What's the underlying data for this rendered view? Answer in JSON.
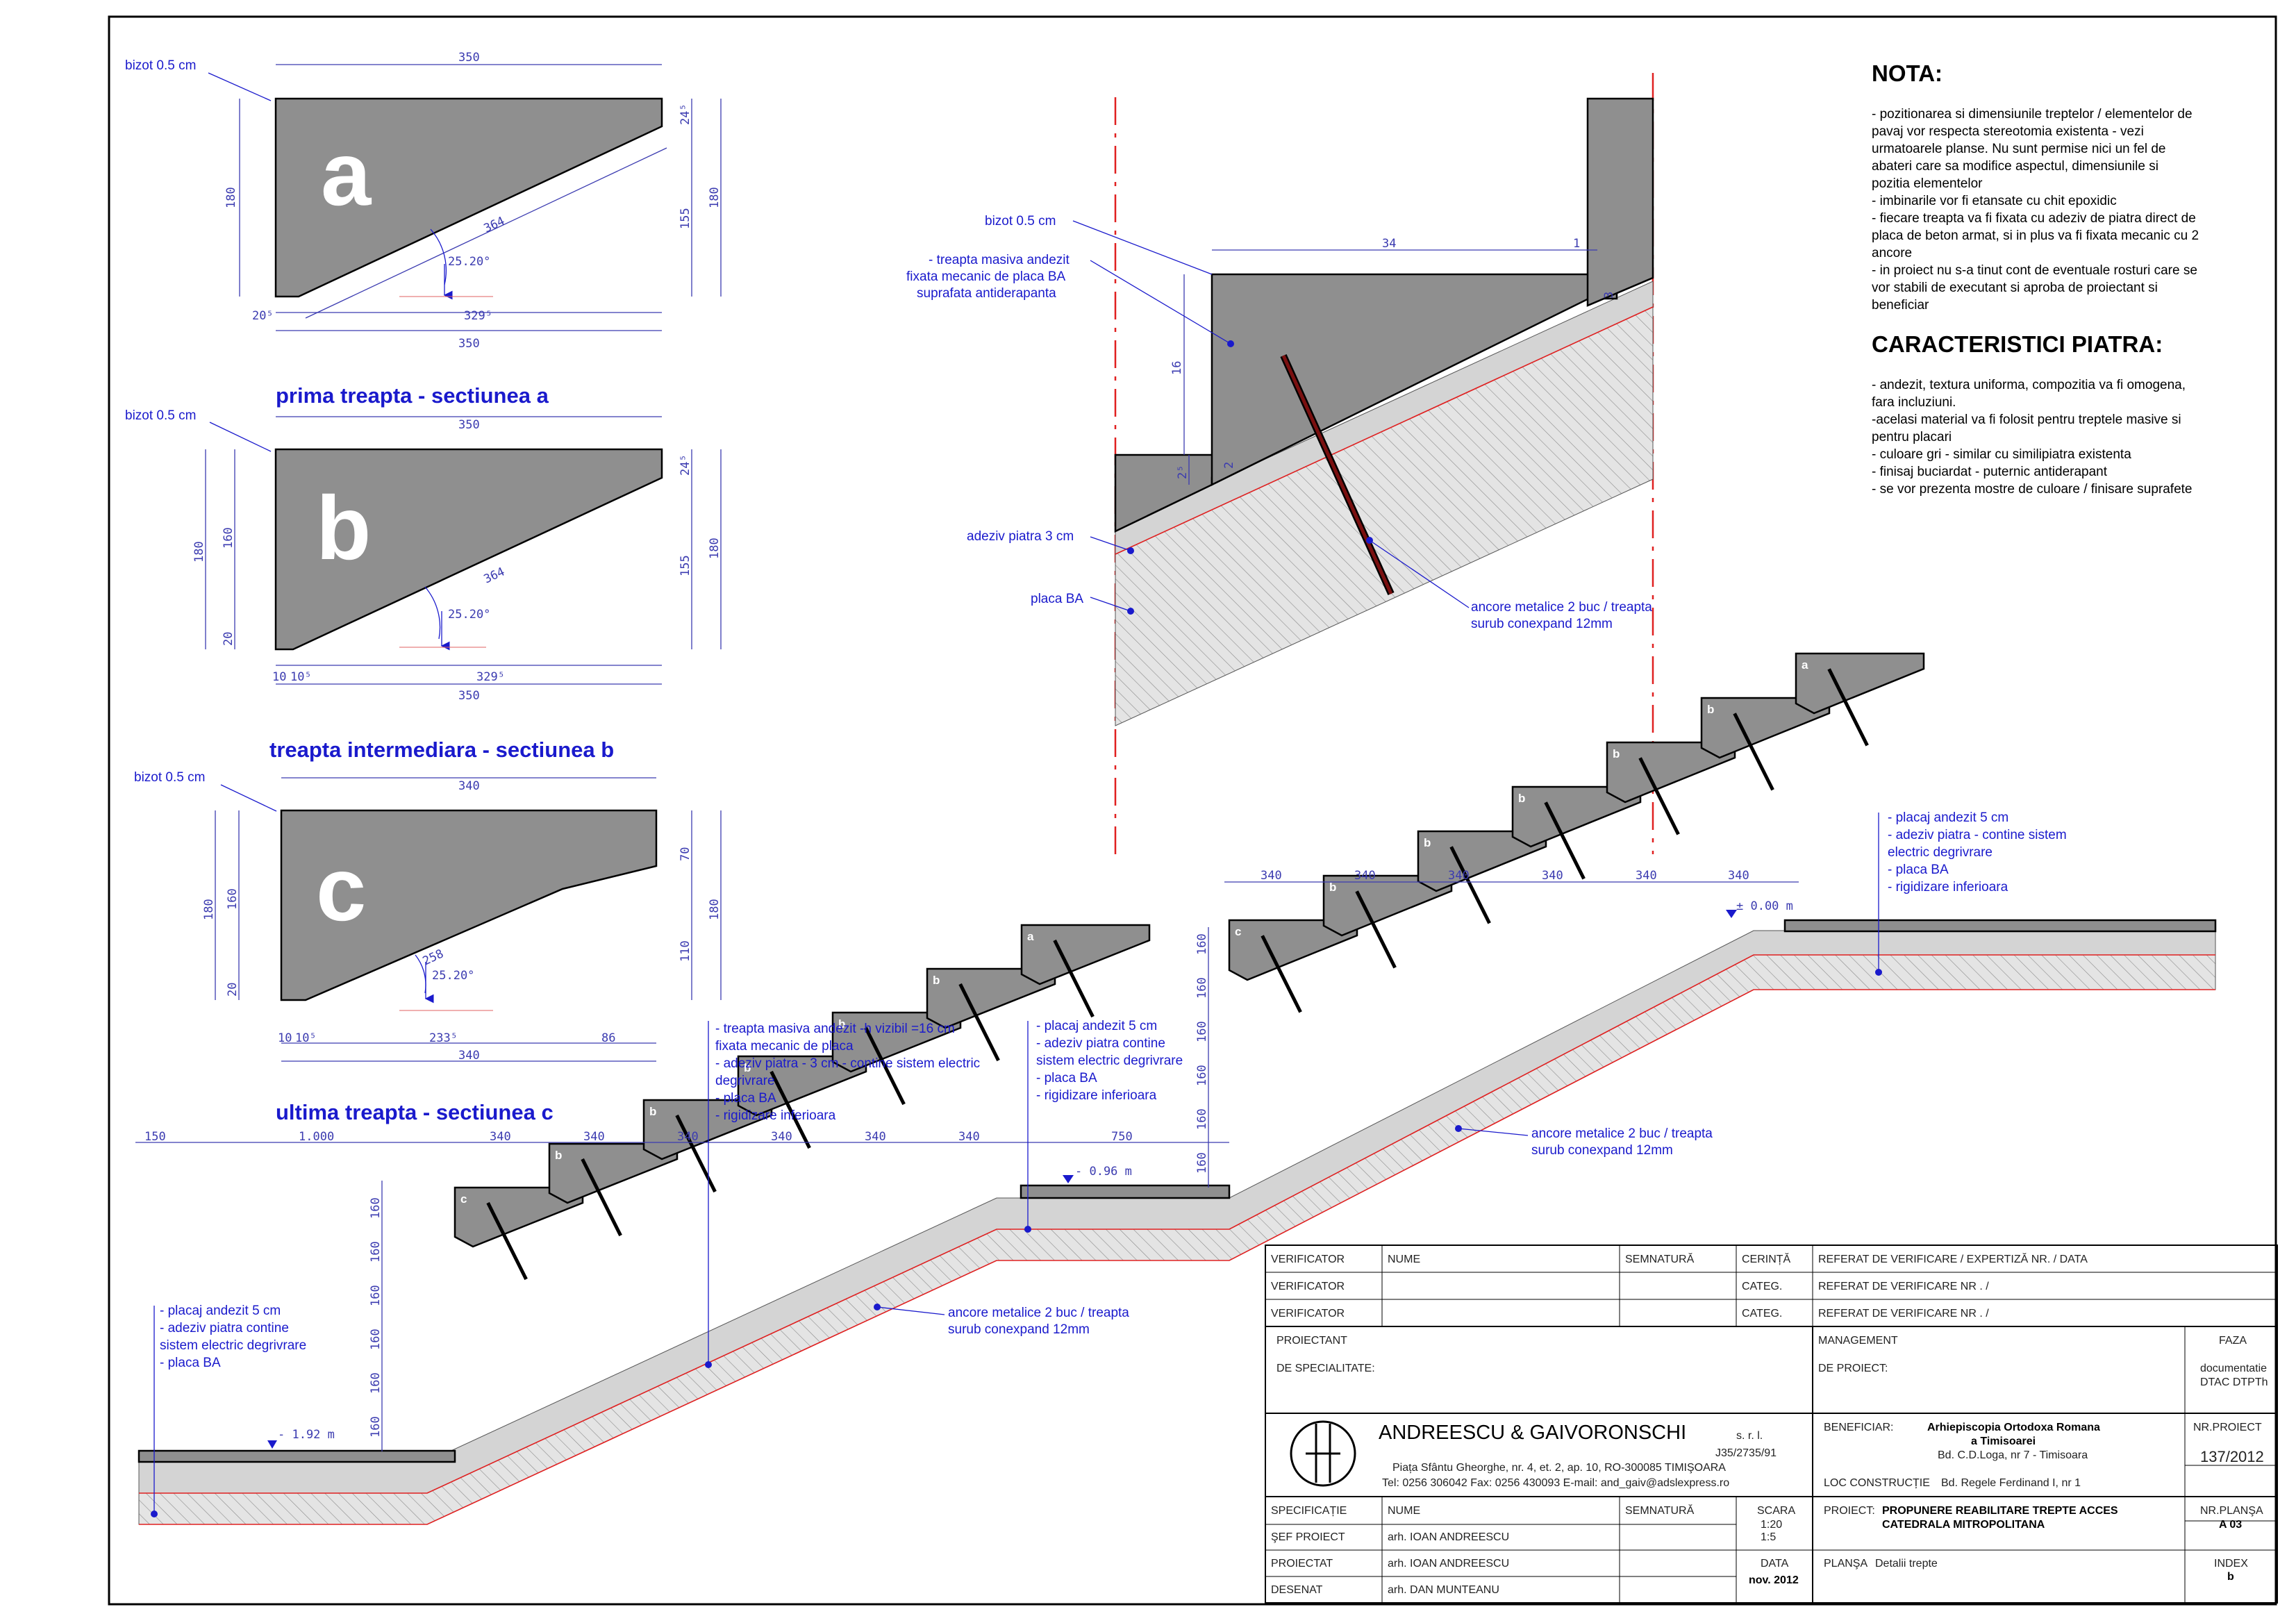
{
  "sections": {
    "a": {
      "letter": "a",
      "title": "prima treapta - sectiunea a",
      "bizot": "bizot 0.5 cm",
      "top": "350",
      "left": "180",
      "right_top": "24⁵",
      "right_mid": "155",
      "right_full": "180",
      "slope_len": "364",
      "angle": "25.20°",
      "bot_left": "20⁵",
      "bot_mid": "329⁵",
      "bottom": "350"
    },
    "b": {
      "letter": "b",
      "title": "treapta intermediara - sectiunea b",
      "bizot": "bizot 0.5 cm",
      "top": "350",
      "left_full": "180",
      "left_mid": "160",
      "left_low": "20",
      "right_top": "24⁵",
      "right_mid": "155",
      "right_full": "180",
      "slope_len": "364",
      "angle": "25.20°",
      "bot_a": "10",
      "bot_b": "10⁵",
      "bot_mid": "329⁵",
      "bottom": "350"
    },
    "c": {
      "letter": "c",
      "title": "ultima treapta - sectiunea c",
      "bizot": "bizot 0.5 cm",
      "top": "340",
      "left_full": "180",
      "left_mid": "160",
      "left_low": "20",
      "right_top": "70",
      "right_mid": "110",
      "right_full": "180",
      "slope_len": "258",
      "angle": "25.20°",
      "bot_a": "10",
      "bot_b": "10⁵",
      "bot_mid": "233⁵",
      "bot_right": "86",
      "bottom": "340"
    }
  },
  "detail": {
    "bizot": "bizot 0.5 cm",
    "stone_lines": [
      "- treapta masiva andezit",
      "fixata mecanic de placa BA",
      "suprafata antiderapanta"
    ],
    "adhesive": "adeziv piatra 3 cm",
    "slab": "placa BA",
    "anchor": [
      "ancore metalice 2 buc / treapta",
      "surub conexpand 12mm"
    ],
    "dim_top": "34",
    "dim_top_small": "1",
    "dim_h": "16",
    "dim_h_small": "3",
    "dim_low": "2⁵",
    "dim_low2": "2"
  },
  "nota": {
    "title": "NOTA:",
    "lines": [
      "- pozitionarea si dimensiunile treptelor / elementelor de",
      "pavaj vor respecta stereotomia existenta - vezi",
      "urmatoarele planse. Nu sunt permise nici un fel de",
      "abateri care sa modifice aspectul, dimensiunile si",
      "pozitia elementelor",
      "- imbinarile vor fi etansate cu chit epoxidic",
      "- fiecare treapta va fi fixata cu adeziv de piatra direct de",
      "placa de beton armat, si in plus va fi fixata mecanic cu 2",
      "ancore",
      "- in proiect nu s-a tinut cont de eventuale rosturi care se",
      "vor stabili de executant si aproba de proiectant si",
      "beneficiar"
    ],
    "title2": "CARACTERISTICI PIATRA:",
    "lines2": [
      "- andezit, textura uniforma, compozitia va fi omogena,",
      "fara incluziuni.",
      "-acelasi material va fi folosit pentru treptele masive si",
      "pentru placari",
      "- culoare gri - similar cu similipiatra existenta",
      "- finisaj buciardat - puternic antiderapant",
      "- se vor prezenta mostre de culoare / finisare suprafete"
    ]
  },
  "stair": {
    "level_top": "± 0.00 m",
    "level_mid": "- 0.96 m",
    "level_bot": "- 1.92 m",
    "top_dims": [
      "340",
      "340",
      "340",
      "340",
      "340",
      "340"
    ],
    "bottom_dims": [
      "150",
      "1.000",
      "340",
      "340",
      "340",
      "340",
      "340",
      "340",
      "750"
    ],
    "rises_right": [
      "160",
      "160",
      "160",
      "160",
      "160",
      "160"
    ],
    "rises_left": [
      "160",
      "160",
      "160",
      "160",
      "160",
      "160"
    ],
    "note_top": [
      "- placaj andezit 5 cm",
      "- adeziv piatra - contine sistem",
      "electric degrivrare",
      "- placa BA",
      "- rigidizare inferioara"
    ],
    "note_mid": [
      "- placaj andezit 5 cm",
      "- adeziv piatra contine",
      "sistem electric degrivrare",
      "- placa BA",
      "- rigidizare inferioara"
    ],
    "note_stone": [
      "- treapta masiva andezit -h vizibil =16 cm",
      "   fixata mecanic de placa",
      "- adeziv piatra - 3 cm - contine sistem electric",
      "degrivrare",
      "- placa BA",
      "- rigidizare inferioara"
    ],
    "note_bot": [
      "- placaj andezit 5 cm",
      "- adeziv piatra contine",
      "sistem electric degrivrare",
      "- placa BA"
    ],
    "anchor_upper": [
      "ancore metalice 2 buc / treapta",
      "surub conexpand 12mm"
    ],
    "anchor_lower": [
      "ancore metalice 2 buc / treapta",
      "surub conexpand 12mm"
    ],
    "step_letters_lower": [
      "a",
      "b",
      "b",
      "b",
      "b",
      "b",
      "c"
    ],
    "step_letters_upper": [
      "a",
      "b",
      "b",
      "b",
      "b",
      "b",
      "c"
    ]
  },
  "titleblock": {
    "verificator": "VERIFICATOR",
    "nume": "NUME",
    "semnatura": "SEMNATURĂ",
    "cerinta": "CERINȚĂ",
    "categ": "CATEG.",
    "ref1": "REFERAT DE VERIFICARE / EXPERTIZĂ NR.    / DATA",
    "ref2": "REFERAT DE VERIFICARE NR .   /",
    "ref3": "REFERAT DE VERIFICARE NR .   /",
    "proiectant": "PROIECTANT",
    "despec": "DE SPECIALITATE:",
    "management": "MANAGEMENT",
    "deproiect": "DE PROIECT:",
    "faza": "FAZA",
    "faza_v1": "documentatie",
    "faza_v2": "DTAC  DTPTh",
    "firm": "ANDREESCU & GAIVORONSCHI",
    "srl": "s. r. l.",
    "reg": "J35/2735/91",
    "addr": "Piața Sfântu Gheorghe, nr. 4, et. 2, ap. 10, RO-300085 TIMIŞOARA",
    "tel": "Tel: 0256 306042 Fax: 0256 430093 E-mail: and_gaiv@adslexpress.ro",
    "benef_l": "BENEFICIAR:",
    "benef_v1": "Arhiepiscopia Ortodoxa Romana",
    "benef_v2": "a Timisoarei",
    "benef_v3": "Bd. C.D.Loga, nr 7 - Timisoara",
    "loc_l": "LOC CONSTRUCȚIE",
    "loc_v": "Bd. Regele Ferdinand I, nr 1",
    "nrp_l": "NR.PROIECT",
    "nrp_v": "137/2012",
    "spec": "SPECIFICAȚIE",
    "sef": "ŞEF PROIECT",
    "proiectat": "PROIECTAT",
    "desenat": "DESENAT",
    "arh1": "arh. IOAN ANDREESCU",
    "arh2": "arh. IOAN ANDREESCU",
    "arh3": "arh. DAN MUNTEANU",
    "scara_l": "SCARA",
    "scara_v1": "1:20",
    "scara_v2": "1:5",
    "data_l": "DATA",
    "data_v": "nov. 2012",
    "proiect_l": "PROIECT:",
    "proiect_v1": "PROPUNERE REABILITARE TREPTE ACCES",
    "proiect_v2": "CATEDRALA MITROPOLITANA",
    "plansa_l": "PLANŞA",
    "plansa_v": "Detalii trepte",
    "nrpl_l": "NR.PLANŞA",
    "nrpl_v": "A 03",
    "index_l": "INDEX",
    "index_v": "b"
  }
}
